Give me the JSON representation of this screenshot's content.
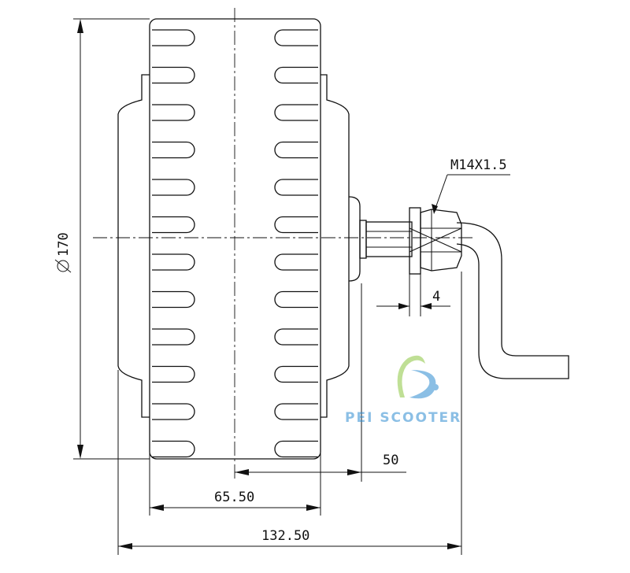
{
  "dimensions": {
    "diameter": "170",
    "thread": "M14X1.5",
    "washer": "4",
    "axle": "50",
    "rim_width": "65.50",
    "overall": "132.50"
  },
  "watermark": {
    "text": "PEI SCOOTER",
    "colors": {
      "green": "#8cc63f",
      "blue": "#2e8bd0"
    }
  },
  "hub": {
    "slots_per_side": 12
  }
}
